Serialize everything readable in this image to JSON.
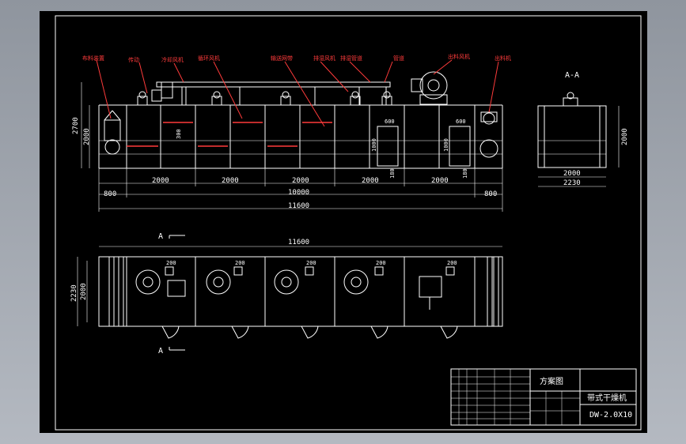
{
  "drawing": {
    "title_block": {
      "scheme_label": "方案图",
      "machine_name": "带式干燥机",
      "model_code": "DW-2.0X10"
    },
    "section_label": "A-A",
    "cut_marks": [
      "A",
      "A"
    ],
    "side_view": {
      "dims_vertical": [
        "2700",
        "2000"
      ],
      "segments": [
        "2000",
        "2000",
        "2000",
        "2000",
        "2000"
      ],
      "end_dims": [
        "800",
        "800"
      ],
      "total_inner": "10000",
      "total": "11600",
      "door_width": [
        "600",
        "600"
      ],
      "door_height": [
        "1000",
        "1000"
      ],
      "door_offset": [
        "180",
        "180"
      ],
      "small_dim": "300",
      "callouts": [
        "布料装置",
        "传动",
        "冷却风机",
        "循环风机",
        "输送网带",
        "排湿风机",
        "排湿管道",
        "管道",
        "出料风机",
        "出料机"
      ]
    },
    "end_view": {
      "height": "2000",
      "width_inner": "2000",
      "width_outer": "2230"
    },
    "plan_view": {
      "total": "11600",
      "width_dims": [
        "2230",
        "2000"
      ],
      "fan_dims": [
        "200",
        "200",
        "200",
        "200",
        "200"
      ]
    }
  }
}
